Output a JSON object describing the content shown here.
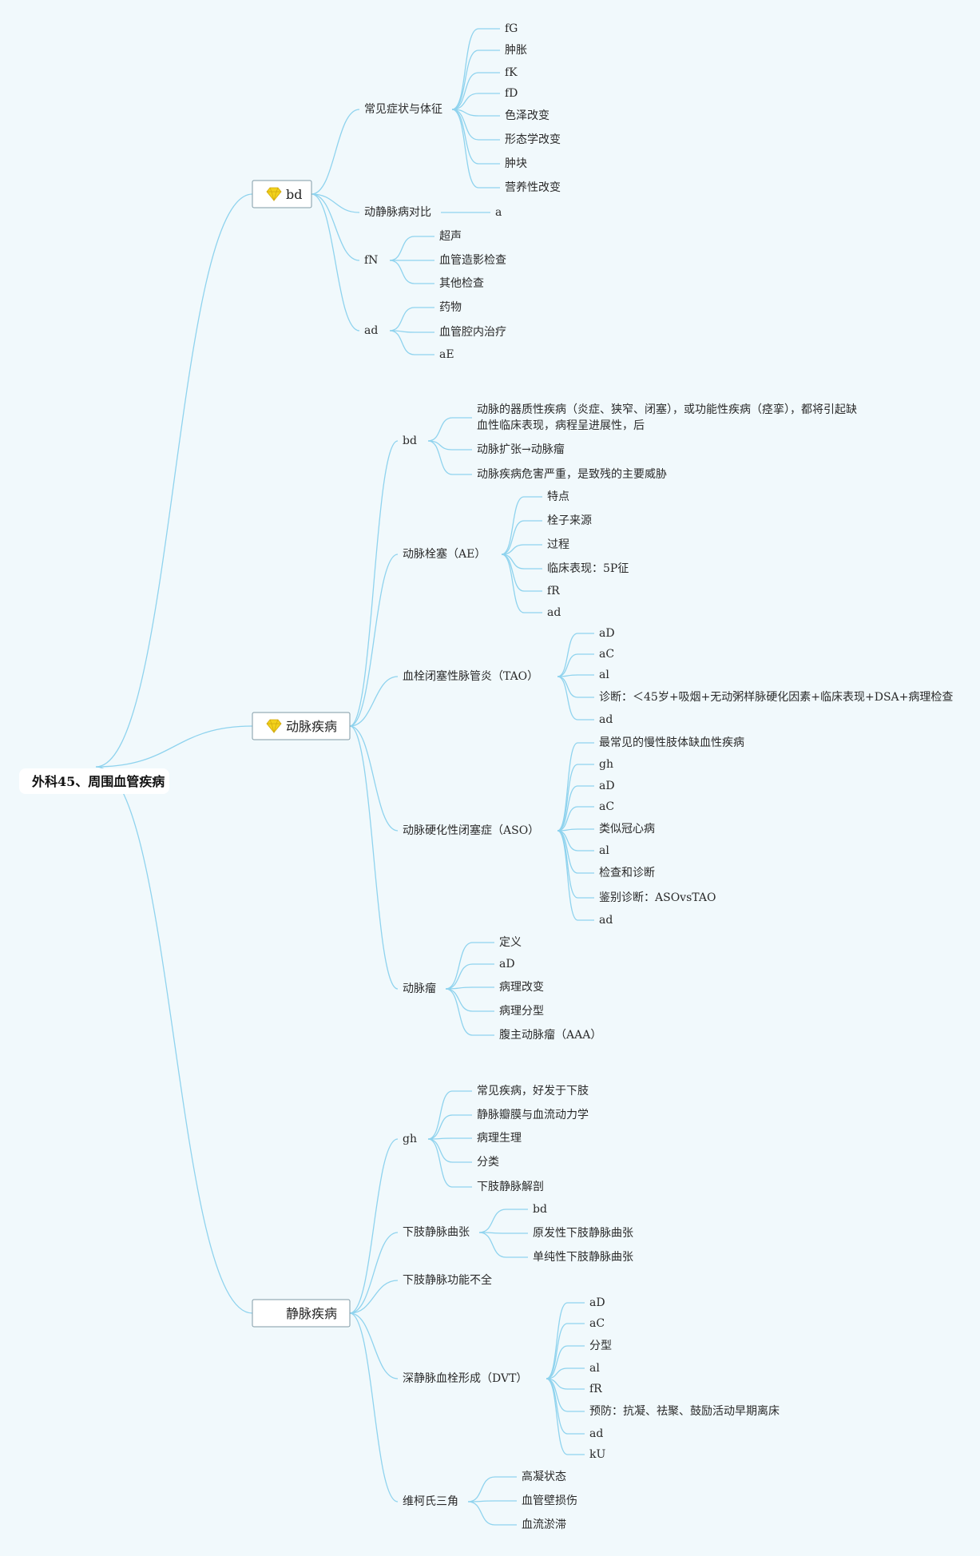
{
  "root": "外科45、周围血管疾病",
  "branches": [
    {
      "label": "bd",
      "icon": "gem-icon",
      "children": [
        {
          "label": "常见症状与体征",
          "children": [
            "fG",
            "肿胀",
            "fK",
            "fD",
            "色泽改变",
            "形态学改变",
            "肿块",
            "营养性改变"
          ]
        },
        {
          "label": "动静脉病对比",
          "children": [
            "a"
          ]
        },
        {
          "label": "fN",
          "children": [
            "超声",
            "血管造影检查",
            "其他检查"
          ]
        },
        {
          "label": "ad",
          "children": [
            "药物",
            "血管腔内治疗",
            "aE"
          ]
        }
      ]
    },
    {
      "label": "动脉疾病",
      "icon": "gem-icon",
      "children": [
        {
          "label": "bd",
          "children": [
            "动脉的器质性疾病（炎症、狭窄、闭塞），或功能性疾病（痉挛），都将引起缺\n血性临床表现，病程呈进展性，后",
            "动脉扩张→动脉瘤",
            "动脉疾病危害严重，是致残的主要威胁"
          ]
        },
        {
          "label": "动脉栓塞（AE）",
          "children": [
            "特点",
            "栓子来源",
            "过程",
            "临床表现：5P征",
            "fR",
            "ad"
          ]
        },
        {
          "label": "血栓闭塞性脉管炎（TAO）",
          "children": [
            "aD",
            "aC",
            "al",
            "诊断：＜45岁+吸烟+无动粥样脉硬化因素+临床表现+DSA+病理检查",
            "ad"
          ]
        },
        {
          "label": "动脉硬化性闭塞症（ASO）",
          "children": [
            "最常见的慢性肢体缺血性疾病",
            "gh",
            "aD",
            "aC",
            "类似冠心病",
            "al",
            "检查和诊断",
            "鉴别诊断：ASOvsTAO",
            "ad"
          ]
        },
        {
          "label": "动脉瘤",
          "children": [
            "定义",
            "aD",
            "病理改变",
            "病理分型",
            "腹主动脉瘤（AAA）"
          ]
        }
      ]
    },
    {
      "label": "静脉疾病",
      "icon": "fire-icon",
      "children": [
        {
          "label": "gh",
          "children": [
            "常见疾病，好发于下肢",
            "静脉瓣膜与血流动力学",
            "病理生理",
            "分类",
            "下肢静脉解剖"
          ]
        },
        {
          "label": "下肢静脉曲张",
          "children": [
            "bd",
            "原发性下肢静脉曲张",
            "单纯性下肢静脉曲张"
          ]
        },
        {
          "label": "下肢静脉功能不全",
          "children": []
        },
        {
          "label": "深静脉血栓形成（DVT）",
          "children": [
            "aD",
            "aC",
            "分型",
            "al",
            "fR",
            "预防：抗凝、祛聚、鼓励活动早期离床",
            "ad",
            "kU"
          ]
        },
        {
          "label": "维柯氏三角",
          "children": [
            "高凝状态",
            "血管壁损伤",
            "血流淤滞"
          ]
        }
      ]
    }
  ],
  "colors": {
    "link": "#8fd3ee",
    "background": "#f1f9fc",
    "box_border": "#7f9aa6",
    "gem": "#f2d21b",
    "fire": "#e8411e"
  }
}
